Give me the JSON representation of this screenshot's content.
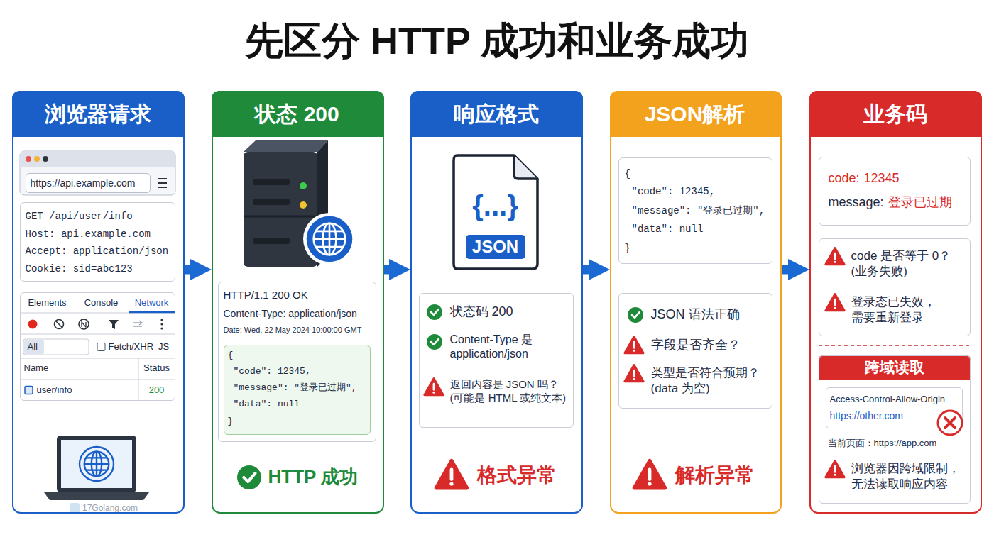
{
  "diagram": {
    "title": "先区分 HTTP 成功和业务成功",
    "nodes": [
      {
        "text": [
          "浏览器请求"
        ]
      },
      {
        "text": [
          "https://api.example.com"
        ],
        "in": 0
      },
      {
        "text": [
          "GET /api/user/info",
          "Host: api.example.com",
          "Accept: application/json",
          "Cookie: sid=abc123"
        ],
        "in": 0
      },
      {
        "text": [
          "Elements",
          "Console",
          "Network",
          "All",
          "Fetch/XHR",
          "JS",
          "Name",
          "Status",
          "user/info",
          "200"
        ],
        "in": 0
      },
      {
        "text": [
          "状态 200",
          "HTTP 成功"
        ]
      },
      {
        "text": [
          "HTTP/1.1 200 OK",
          "Content-Type: application/json",
          "Date: Wed, 22 May 2024 10:00:00 GMT"
        ],
        "in": 4
      },
      {
        "text": [
          "{",
          "\"code\": 12345,",
          "\"message\": \"登录已过期\",",
          "\"data\": null",
          "}"
        ],
        "in": 5
      },
      {
        "text": [
          "响应格式",
          "格式异常"
        ]
      },
      {
        "text": [
          "{...}",
          "JSON"
        ],
        "in": 7
      },
      {
        "text": [
          "状态码 200",
          "Content-Type 是 application/json",
          "返回内容是 JSON 吗？ (可能是 HTML 或纯文本)"
        ],
        "in": 7
      },
      {
        "text": [
          "JSON解析",
          "解析异常"
        ]
      },
      {
        "text": [
          "{",
          "\"code\": 12345,",
          "\"message\": \"登录已过期\",",
          "\"data\": null",
          "}"
        ],
        "in": 10
      },
      {
        "text": [
          "JSON 语法正确",
          "字段是否齐全？",
          "类型是否符合预期？ (data 为空)"
        ],
        "in": 10
      },
      {
        "text": [
          "业务码"
        ]
      },
      {
        "text": [
          "code:",
          "12345",
          "message:",
          "登录已过期"
        ],
        "in": 13
      },
      {
        "text": [
          "code 是否等于 0？ (业务失败)",
          "登录态已失效， 需要重新登录"
        ],
        "in": 13
      },
      {
        "text": [
          "跨域读取",
          "当前页面：https://app.com",
          "浏览器因跨域限制， 无法读取响应内容"
        ],
        "in": 13
      },
      {
        "text": [
          "Access-Control-Allow-Origin",
          "https://other.com"
        ],
        "in": 16
      }
    ],
    "edges": [
      {
        "from": 0,
        "to": 4,
        "arrow": "to"
      },
      {
        "from": 4,
        "to": 7,
        "arrow": "to"
      },
      {
        "from": 7,
        "to": 10,
        "arrow": "to"
      },
      {
        "from": 10,
        "to": 13,
        "arrow": "to"
      }
    ],
    "labels": [
      "17Golang.com"
    ]
  }
}
